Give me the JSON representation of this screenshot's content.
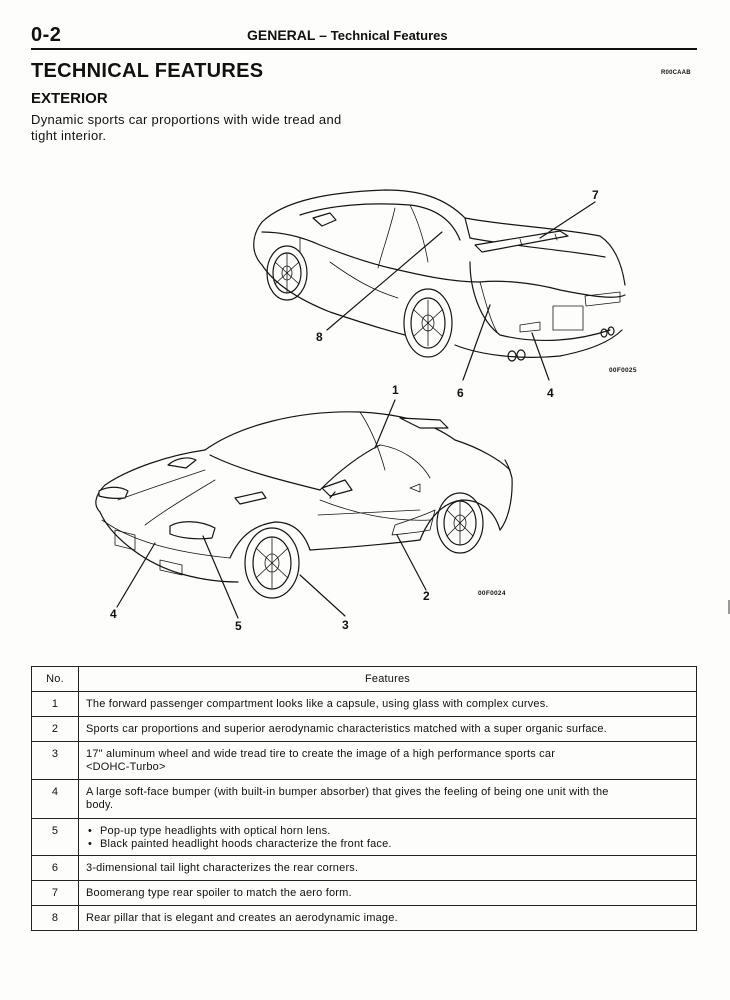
{
  "header": {
    "page_number": "0-2",
    "section": "GENERAL",
    "separator": "–",
    "subsection": "Technical Features"
  },
  "title": "TECHNICAL FEATURES",
  "doc_code": "R00CAAB",
  "subtitle": "EXTERIOR",
  "intro": "Dynamic sports car proportions with wide tread and tight interior.",
  "figures": [
    {
      "code": "00F0025",
      "callouts": [
        "7",
        "8",
        "6",
        "4"
      ],
      "icon": "car-rear-view-illustration"
    },
    {
      "code": "00F0024",
      "callouts": [
        "1",
        "2",
        "4",
        "5",
        "3"
      ],
      "icon": "car-front-view-illustration"
    }
  ],
  "table": {
    "headers": {
      "no": "No.",
      "features": "Features"
    },
    "rows": [
      {
        "no": "1",
        "lines": [
          "The forward passenger compartment looks like a capsule, using glass with complex curves."
        ]
      },
      {
        "no": "2",
        "lines": [
          "Sports car proportions and superior aerodynamic characteristics matched with a super organic surface."
        ]
      },
      {
        "no": "3",
        "lines": [
          "17\" aluminum wheel and wide tread tire to create the image of a high performance sports car",
          "<DOHC-Turbo>"
        ]
      },
      {
        "no": "4",
        "lines": [
          "A large soft-face bumper (with built-in bumper absorber) that gives the feeling of being one unit with the",
          "body."
        ]
      },
      {
        "no": "5",
        "bullets": [
          "Pop-up type headlights with optical horn lens.",
          "Black painted headlight hoods characterize the front face."
        ]
      },
      {
        "no": "6",
        "lines": [
          "3-dimensional tail light characterizes the rear corners."
        ]
      },
      {
        "no": "7",
        "lines": [
          "Boomerang type rear spoiler to match the aero form."
        ]
      },
      {
        "no": "8",
        "lines": [
          "Rear pillar that is elegant and creates an aerodynamic image."
        ]
      }
    ]
  }
}
